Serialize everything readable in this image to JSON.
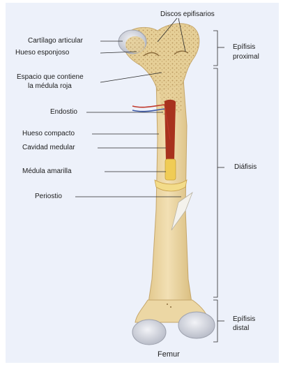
{
  "labels": {
    "discos_epifisarios": "Discos epifisarios",
    "cartilago_articular": "Cartílago articular",
    "hueso_esponjoso": "Hueso esponjoso",
    "espacio_line1": "Espacio que contiene",
    "espacio_line2": "la médula roja",
    "endostio": "Endostio",
    "hueso_compacto": "Hueso compacto",
    "cavidad_medular": "Cavidad medular",
    "medula_amarilla": "Médula amarilla",
    "periostio": "Periostio"
  },
  "regions": {
    "epifisis_proximal_line1": "Epífisis",
    "epifisis_proximal_line2": "proximal",
    "diafisis": "Diáfisis",
    "epifisis_distal_line1": "Epífisis",
    "epifisis_distal_line2": "distal"
  },
  "caption": "Femur",
  "colors": {
    "bone": "#ecd7a4",
    "bone_shadow": "#d9bd7f",
    "spongy": "#dfc489",
    "cartilage": "#c9ccd6",
    "marrow_red": "#a8321e",
    "marrow_yellow": "#f0cc55",
    "vessel_red": "#c0392b",
    "vessel_blue": "#3d5aa8"
  }
}
